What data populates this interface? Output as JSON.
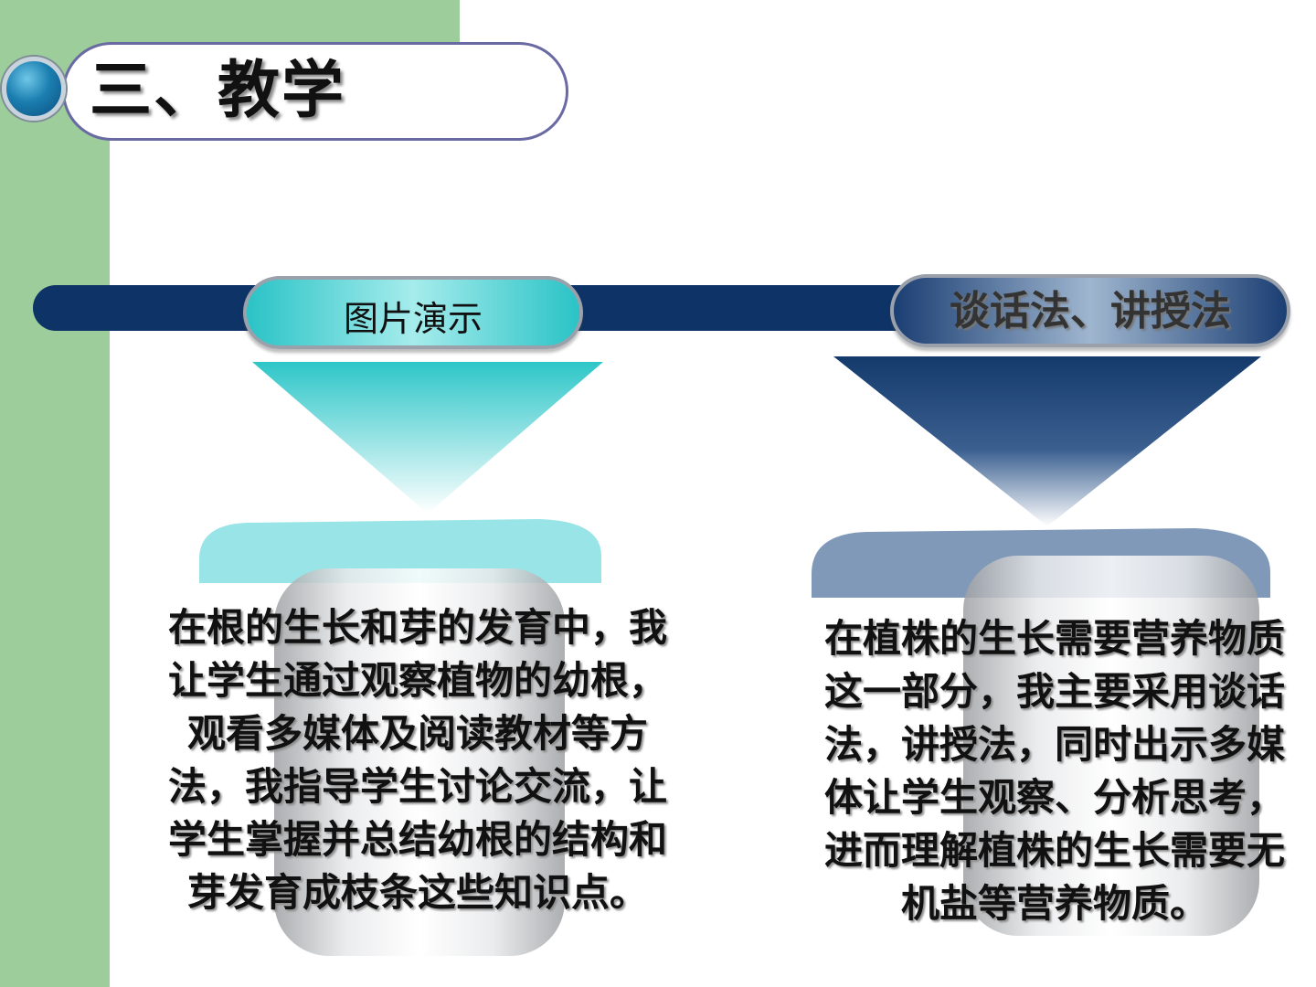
{
  "slide": {
    "title": "三、教学"
  },
  "timeline": {
    "left": {
      "label": "图片演示",
      "body": "在根的生长和芽的发育中，我让学生通过观察植物的幼根，观看多媒体及阅读教材等方法，我指导学生讨论交流，让学生掌握并总结幼根的结构和芽发育成枝条这些知识点。"
    },
    "right": {
      "label": "谈话法、讲授法",
      "body": "在植株的生长需要营养物质这一部分，我主要采用谈话法，讲授法，同时出示多媒体让学生观察、分析思考，进而理解植株的生长需要无机盐等营养物质。"
    }
  },
  "colors": {
    "sidebar_green": "#9ccd9a",
    "navy": "#0d3367",
    "teal": "#2ac3c6"
  }
}
